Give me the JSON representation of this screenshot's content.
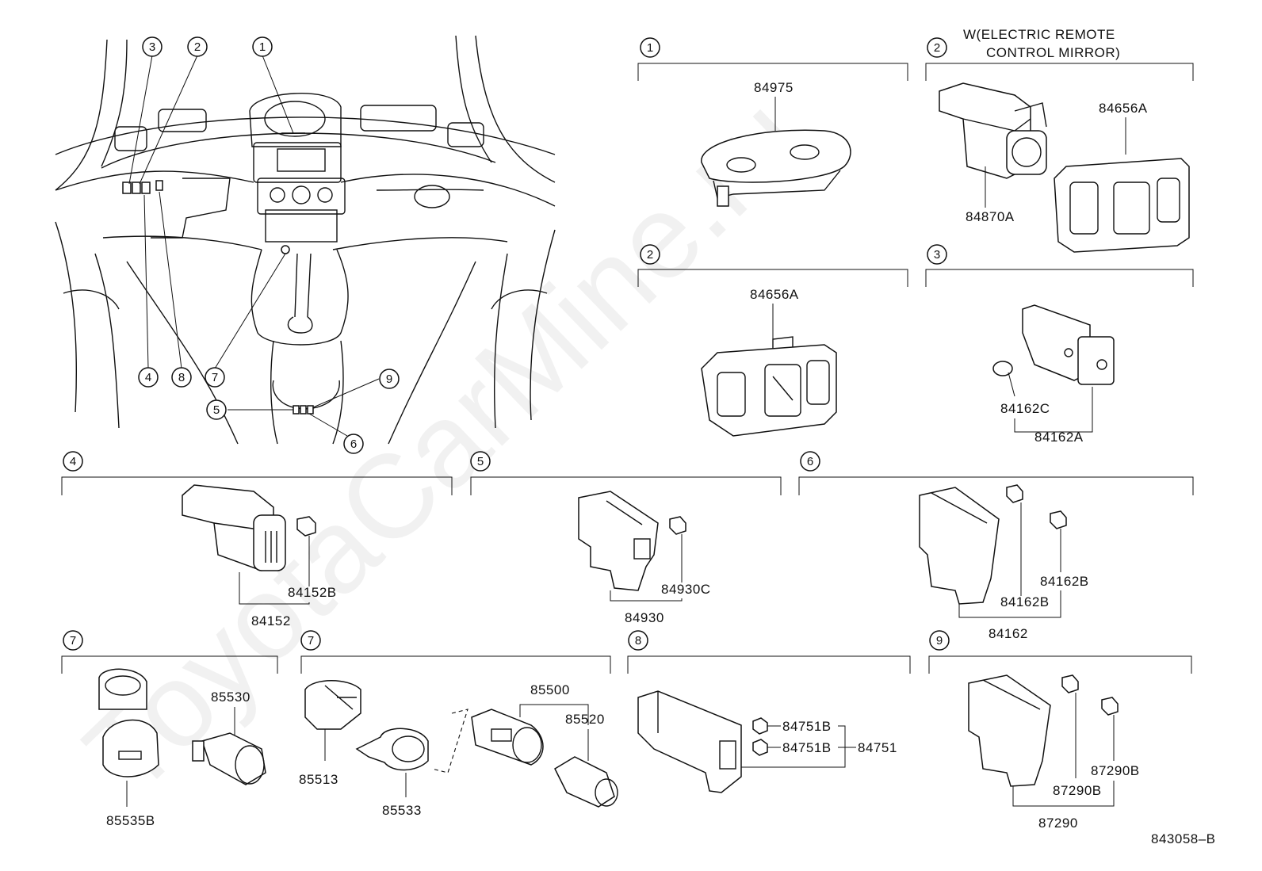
{
  "circled_numbers": [
    "1",
    "2",
    "3",
    "4",
    "5",
    "6",
    "7",
    "8",
    "9"
  ],
  "group_header": {
    "electric_mirror_line1": "W(ELECTRIC REMOTE",
    "electric_mirror_line2": "CONTROL MIRROR)"
  },
  "part_numbers": {
    "p84975": "84975",
    "p84656A_top": "84656A",
    "p84870A": "84870A",
    "p84656A": "84656A",
    "p84162C": "84162C",
    "p84162A": "84162A",
    "p84152B": "84152B",
    "p84152": "84152",
    "p84930C": "84930C",
    "p84930": "84930",
    "p84162B_1": "84162B",
    "p84162B_2": "84162B",
    "p84162": "84162",
    "p85530": "85530",
    "p85535B": "85535B",
    "p85513": "85513",
    "p85533": "85533",
    "p85500": "85500",
    "p85520": "85520",
    "p84751B_1": "84751B",
    "p84751B_2": "84751B",
    "p84751": "84751",
    "p87290B_1": "87290B",
    "p87290B_2": "87290B",
    "p87290": "87290"
  },
  "figure_id": "843058–B",
  "watermark": "ToyotaCarMine.ru"
}
